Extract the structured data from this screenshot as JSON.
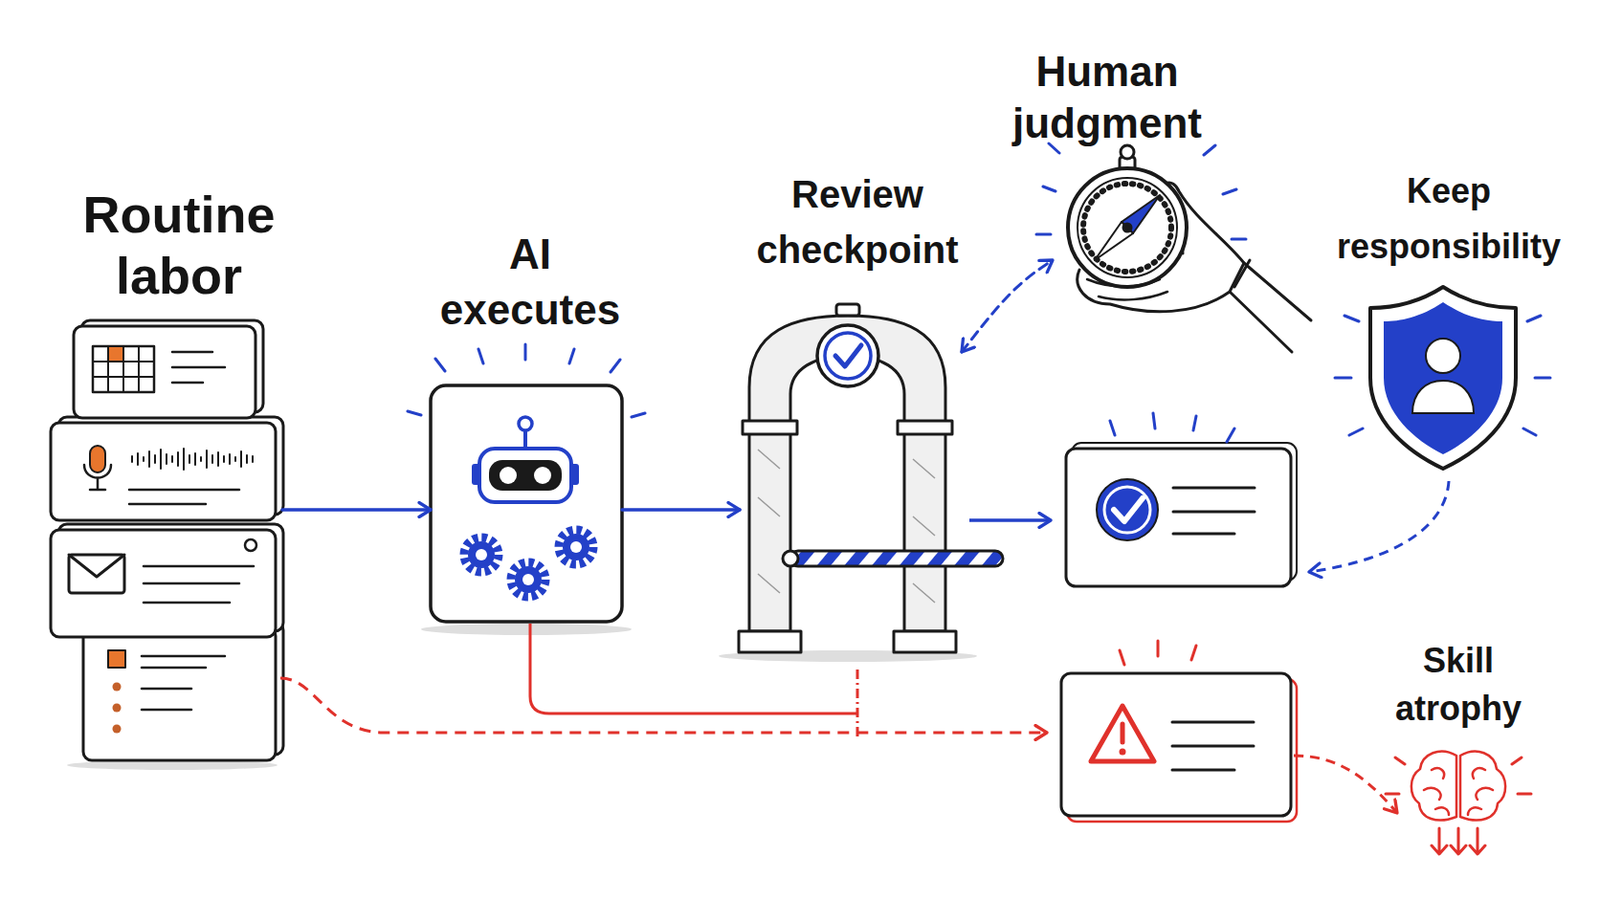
{
  "diagram": {
    "nodes": [
      {
        "text": [
          "Routine labor"
        ]
      },
      {
        "text": [
          "AI executes"
        ]
      },
      {
        "text": [
          "Review checkpoint"
        ]
      },
      {
        "text": [
          "Human judgment"
        ]
      },
      {
        "text": [
          "Keep responsibility"
        ]
      },
      {
        "text": [
          "Skill atrophy"
        ]
      }
    ],
    "edges": [
      {
        "from": 0,
        "to": 1,
        "arrow": "to"
      },
      {
        "from": 1,
        "to": 2,
        "arrow": "to"
      },
      {
        "from": 2,
        "to": 3,
        "arrow": "both"
      }
    ]
  }
}
